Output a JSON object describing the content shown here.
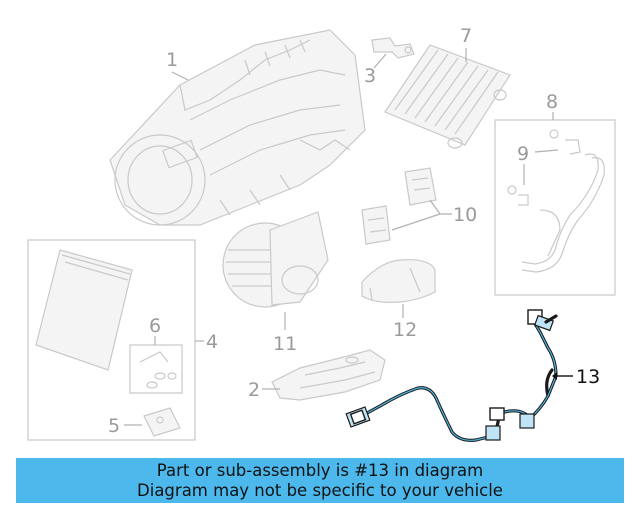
{
  "labels": {
    "l1": "1",
    "l2": "2",
    "l3": "3",
    "l4": "4",
    "l5": "5",
    "l6": "6",
    "l7": "7",
    "l8": "8",
    "l9": "9",
    "l10": "10",
    "l11": "11",
    "l12": "12",
    "l13": "13"
  },
  "banner": {
    "line1": "Part or sub-assembly is #13 in diagram",
    "line2": "Diagram may not be specific to your vehicle"
  },
  "colors": {
    "banner": "#4cb8ec",
    "highlight_wire": "#4fb3e0",
    "ghost_parts": "#c9c9c9"
  }
}
